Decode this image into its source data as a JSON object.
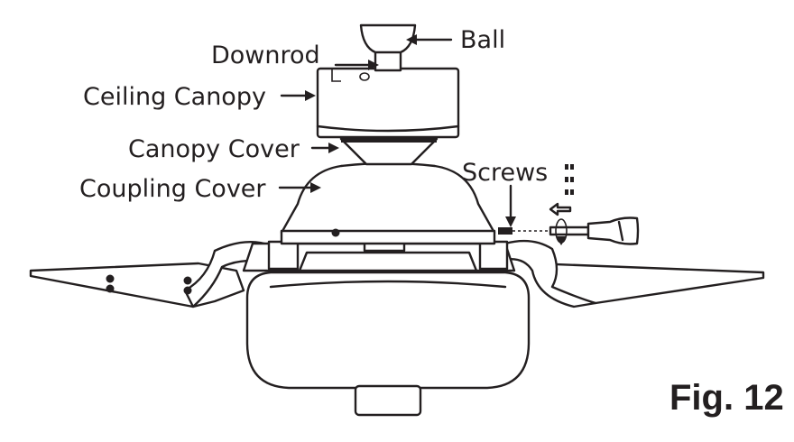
{
  "labels": {
    "ball": "Ball",
    "downrod": "Downrod",
    "ceiling_canopy": "Ceiling Canopy",
    "canopy_cover": "Canopy Cover",
    "coupling_cover": "Coupling Cover",
    "screws": "Screws"
  },
  "figure_label": "Fig. 12",
  "colors": {
    "ink": "#231f20",
    "background": "#ffffff"
  },
  "icons": [
    "screwdriver-icon",
    "rotation-arrow-icon",
    "direction-arrow-icon",
    "screw-icon"
  ]
}
